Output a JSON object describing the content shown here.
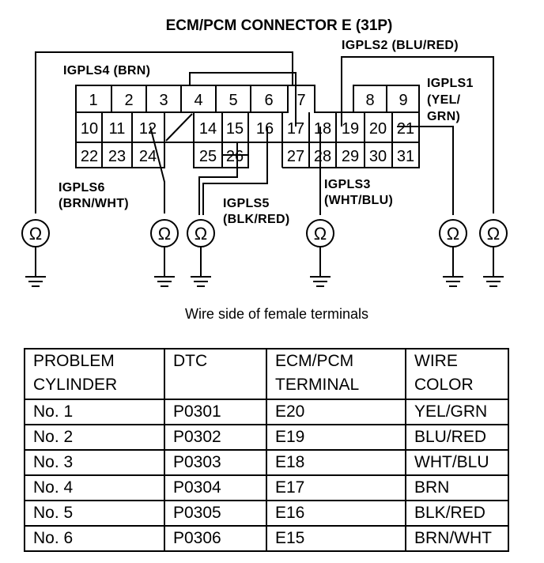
{
  "diagram": {
    "title": "ECM/PCM CONNECTOR E (31P)",
    "caption": "Wire side of female terminals",
    "pins_row1": [
      "1",
      "2",
      "3",
      "4",
      "5",
      "6",
      "7",
      "",
      "8",
      "9"
    ],
    "pins_row2": [
      "10",
      "11",
      "12",
      "",
      "14",
      "15",
      "16",
      "17",
      "18",
      "19",
      "20",
      "21"
    ],
    "pins_row3": [
      "22",
      "23",
      "24",
      "25",
      "26",
      "27",
      "28",
      "29",
      "30",
      "31"
    ],
    "labels": {
      "igpls4": "IGPLS4 (BRN)",
      "igpls2": "IGPLS2 (BLU/RED)",
      "igpls1_line1": "IGPLS1",
      "igpls1_line2": "(YEL/",
      "igpls1_line3": "GRN)",
      "igpls6_line1": "IGPLS6",
      "igpls6_line2": "(BRN/WHT)",
      "igpls5_line1": "IGPLS5",
      "igpls5_line2": "(BLK/RED)",
      "igpls3_line1": "IGPLS3",
      "igpls3_line2": "(WHT/BLU)"
    },
    "meter_symbol": "Ω"
  },
  "table": {
    "headers": [
      [
        "PROBLEM",
        "CYLINDER"
      ],
      [
        "DTC"
      ],
      [
        "ECM/PCM",
        "TERMINAL"
      ],
      [
        "WIRE",
        "COLOR"
      ]
    ],
    "rows": [
      [
        "No. 1",
        "P0301",
        "E20",
        "YEL/GRN"
      ],
      [
        "No. 2",
        "P0302",
        "E19",
        "BLU/RED"
      ],
      [
        "No. 3",
        "P0303",
        "E18",
        "WHT/BLU"
      ],
      [
        "No. 4",
        "P0304",
        "E17",
        "BRN"
      ],
      [
        "No. 5",
        "P0305",
        "E16",
        "BLK/RED"
      ],
      [
        "No. 6",
        "P0306",
        "E15",
        "BRN/WHT"
      ]
    ]
  }
}
